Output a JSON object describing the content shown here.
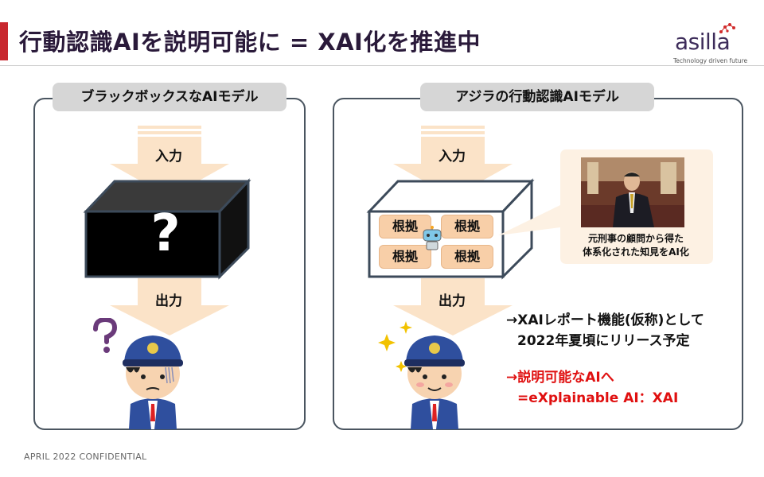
{
  "header": {
    "title": "行動認識AIを説明可能に = XAI化を推進中",
    "logo_text": "asilla",
    "logo_tagline": "Technology driven future"
  },
  "left_panel": {
    "label": "ブラックボックスなAIモデル",
    "input_label": "入力",
    "box_symbol": "?",
    "output_label": "出力"
  },
  "right_panel": {
    "label": "アジラの行動認識AIモデル",
    "input_label": "入力",
    "grounds": [
      "根拠",
      "根拠",
      "根拠",
      "根拠"
    ],
    "output_label": "出力",
    "callout_line1": "元刑事の顧問から得た",
    "callout_line2": "体系化された知見をAI化"
  },
  "notes": {
    "line1": "→XAIレポート機能(仮称)として",
    "line2": "2022年夏頃にリリース予定",
    "line3": "→説明可能なAIへ",
    "line4": "=eXplainable AI：XAI"
  },
  "footer": {
    "text": "APRIL 2022  CONFIDENTIAL"
  },
  "colors": {
    "accent_red": "#c8272e",
    "note_red": "#e01010",
    "arrow_fill": "#fbe3c8",
    "ground_fill": "#f8cfa8",
    "panel_border": "#4a5560",
    "guard_blue": "#2f4f9e"
  },
  "icons": [
    "question-mark-icon",
    "robot-icon",
    "sparkle-icon",
    "guard-illustration",
    "advisor-photo"
  ]
}
